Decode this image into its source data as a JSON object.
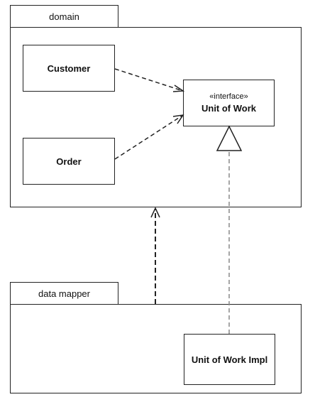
{
  "packages": {
    "domain": {
      "label": "domain"
    },
    "data_mapper": {
      "label": "data mapper"
    }
  },
  "classes": {
    "customer": {
      "name": "Customer"
    },
    "order": {
      "name": "Order"
    },
    "unit_of_work": {
      "stereotype": "«interface»",
      "name": "Unit of Work"
    },
    "unit_of_work_impl": {
      "name": "Unit of Work Impl"
    }
  },
  "relationships": [
    {
      "from": "Customer",
      "to": "Unit of Work",
      "type": "dependency"
    },
    {
      "from": "Order",
      "to": "Unit of Work",
      "type": "dependency"
    },
    {
      "from": "Unit of Work Impl",
      "to": "Unit of Work",
      "type": "realization"
    },
    {
      "from": "data mapper",
      "to": "domain",
      "type": "dependency"
    }
  ]
}
